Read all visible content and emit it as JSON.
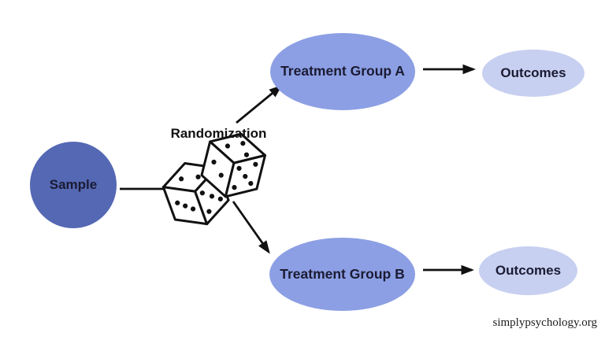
{
  "diagram": {
    "sample_label": "Sample",
    "randomization_label": "Randomization",
    "treatment_a_label": "Treatment Group A",
    "outcomes_a_label": "Outcomes",
    "treatment_b_label": "Treatment Group B",
    "outcomes_b_label": "Outcomes"
  },
  "icons": {
    "dice": "two-dice-icon"
  },
  "colors": {
    "sample_fill": "#5568B4",
    "treatment_fill": "#8C9FE4",
    "outcomes_fill": "#C7D0F0",
    "node_text": "#1B1B33",
    "line": "#111111",
    "background": "#FFFFFF"
  },
  "footer": {
    "watermark": "simplypsychology.org"
  }
}
